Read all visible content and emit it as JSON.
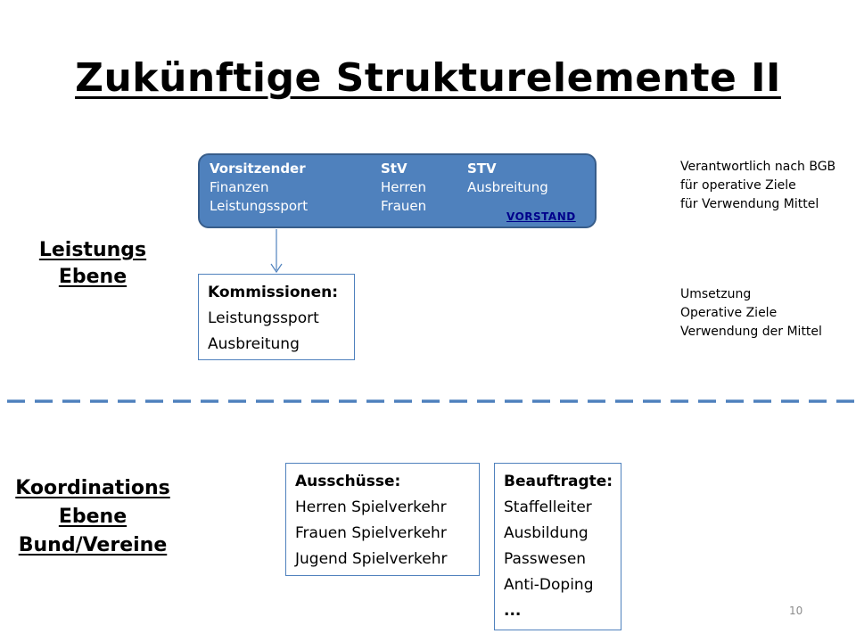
{
  "slide": {
    "title": "Zukünftige Strukturelemente II",
    "page_number": "10"
  },
  "levels": {
    "leistung": [
      "Leistungs",
      "Ebene"
    ],
    "koordination": [
      "Koordinations",
      "Ebene",
      "Bund/Vereine"
    ]
  },
  "vorstand": {
    "tag": "VORSTAND",
    "columns": [
      {
        "head": "Vorsitzender",
        "lines": [
          "Finanzen",
          "Leistungssport"
        ]
      },
      {
        "head": "StV",
        "lines": [
          "Herren",
          "Frauen"
        ]
      },
      {
        "head": "STV",
        "lines": [
          "Ausbreitung"
        ]
      }
    ]
  },
  "kommissionen": {
    "head": "Kommissionen:",
    "lines": [
      "Leistungssport",
      "Ausbreitung"
    ]
  },
  "ausschuesse": {
    "head": "Ausschüsse:",
    "lines": [
      "Herren Spielverkehr",
      "Frauen Spielverkehr",
      "Jugend Spielverkehr"
    ]
  },
  "beauftragte": {
    "head": "Beauftragte:",
    "lines": [
      "Staffelleiter",
      "Ausbildung",
      "Passwesen",
      "Anti-Doping",
      "..."
    ]
  },
  "notes": {
    "verantwortlich": [
      "Verantwortlich nach BGB",
      "für operative Ziele",
      "für Verwendung Mittel"
    ],
    "umsetzung": [
      "Umsetzung",
      "Operative Ziele",
      "Verwendung der Mittel"
    ]
  },
  "colors": {
    "box_fill": "#4f81bd",
    "box_border": "#385d8a",
    "dashed_divider": "#4f81bd",
    "vorstand_tag": "#00008b"
  }
}
